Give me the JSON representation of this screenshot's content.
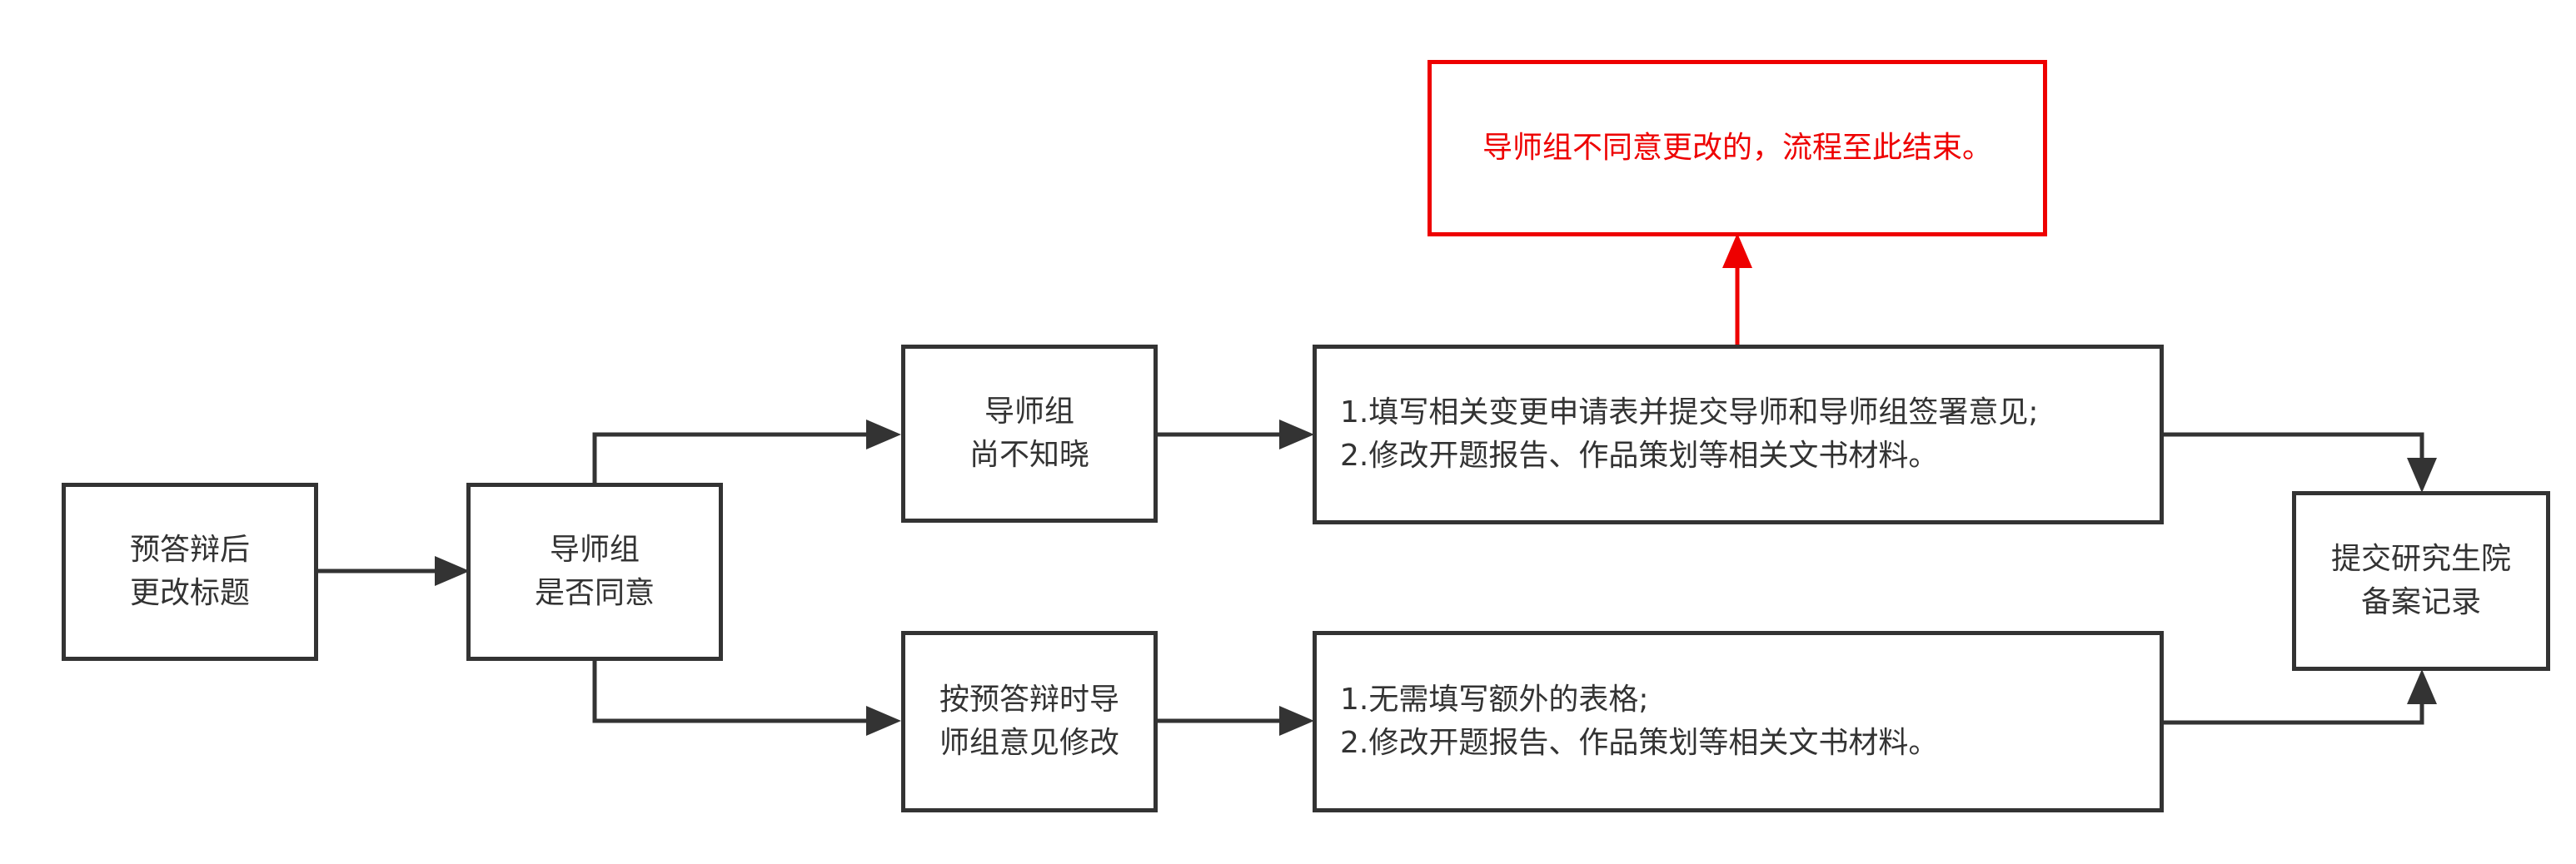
{
  "nodes": {
    "start": "预答辩后\n更改标题",
    "decision": "导师组\n是否同意",
    "unaware": "导师组\n尚不知晓",
    "follow_advice": "按预答辩时导\n师组意见修改",
    "unaware_steps": "1.填写相关变更申请表并提交导师和导师组签署意见;\n2.修改开题报告、作品策划等相关文书材料。",
    "follow_steps": "1.无需填写额外的表格;\n2.修改开题报告、作品策划等相关文书材料。",
    "end_note": "导师组不同意更改的，流程至此结束。",
    "submit": "提交研究生院\n备案记录"
  },
  "colors": {
    "line": "#333333",
    "alert": "#ee0000"
  }
}
